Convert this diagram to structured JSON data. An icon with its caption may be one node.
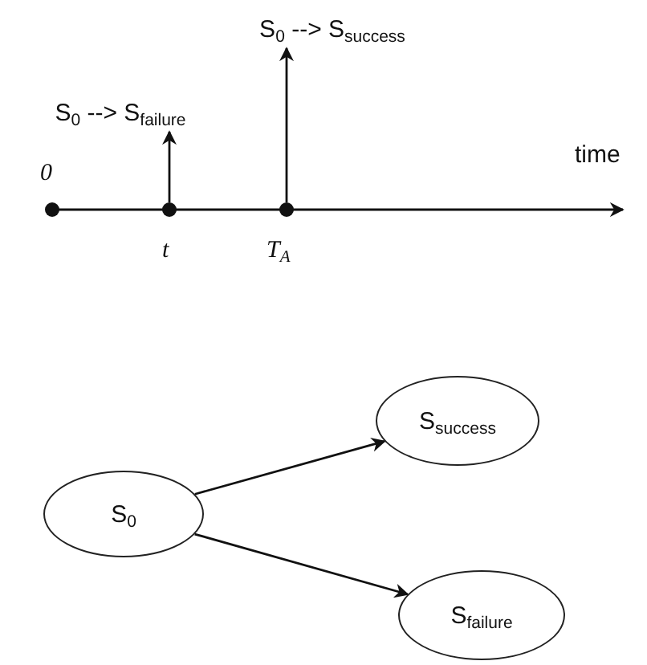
{
  "diagram": {
    "nodes": [
      {
        "text": [
          "S$_{0}$ --> S$_{success}$"
        ]
      },
      {
        "text": [
          "S$_{0}$ --> S$_{failure}$"
        ]
      },
      {
        "text": [],
        "shape": "circle",
        "beside": [
          "0"
        ]
      },
      {
        "text": [],
        "shape": "circle",
        "beside": [
          "t"
        ]
      },
      {
        "text": [],
        "shape": "circle",
        "beside": [
          "T$_{A}$"
        ]
      },
      {
        "text": [
          "S$_{0}$"
        ]
      },
      {
        "text": [
          "S$_{success}$"
        ]
      },
      {
        "text": [
          "S$_{failure}$"
        ]
      }
    ],
    "edges": [
      {
        "from": 3,
        "to": 1,
        "arrow": "to"
      },
      {
        "from": 4,
        "to": 0,
        "arrow": "to"
      },
      {
        "from": 5,
        "to": 6,
        "arrow": "to"
      },
      {
        "from": 5,
        "to": 7,
        "arrow": "to"
      }
    ],
    "labels": [
      "time"
    ]
  }
}
